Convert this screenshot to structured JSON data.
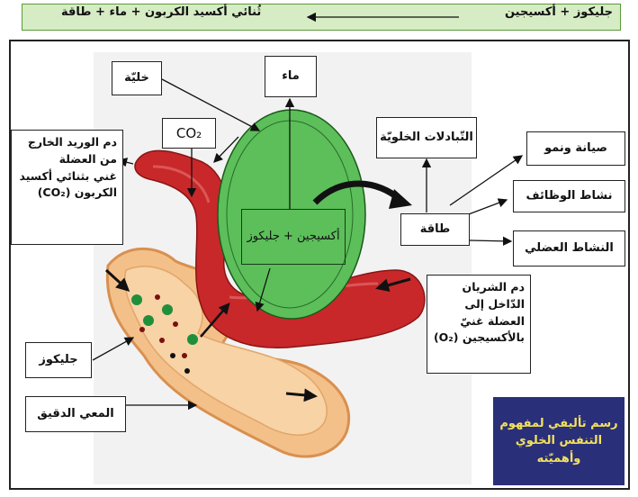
{
  "equation": {
    "reactants": "جليكوز + أكسيجين",
    "products": "ثُنائي أكسيد الكربون + ماء + طاقة"
  },
  "labels": {
    "cell": "خليّة",
    "water": "ماء",
    "co2": "CO₂",
    "cell_exchanges": "التّبادلات الخلويّة",
    "maintenance_growth": "صيانة ونمو",
    "functions_activity": "نشاط الوظائف",
    "muscle_activity": "النشاط العضلي",
    "energy": "طاقة",
    "oxygen_glucose": "أكسيجين + جليكوز",
    "glucose": "جليكوز",
    "small_intestine": "المعي الدقيق"
  },
  "notes": {
    "vein": [
      "دم الوريد الخارج",
      "من العضلة",
      "غني بثنائي أكسيد",
      "الكربون (CO₂)"
    ],
    "artery": [
      "دم الشريان",
      "الدّاخل إلى",
      "العضلة غنيّ",
      "بالأكسيجين (O₂)"
    ]
  },
  "caption": [
    "رسم تأليفي لمفهوم",
    "التنفس الخلوي",
    "وأهميّته"
  ],
  "colors": {
    "eq_bar": "#d6ecc4",
    "cell_green": "#5cbf5a",
    "blood_red": "#c8282a",
    "intestine": "#f3c08a",
    "caption_bg": "#2a2f7a",
    "caption_text": "#f3e25a"
  }
}
